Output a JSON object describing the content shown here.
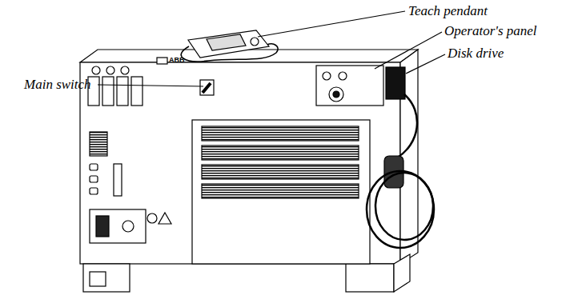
{
  "diagram": {
    "labels": [
      "Teach pendant",
      "Operator's panel",
      "Main switch",
      "Disk drive",
      "ABB"
    ]
  }
}
